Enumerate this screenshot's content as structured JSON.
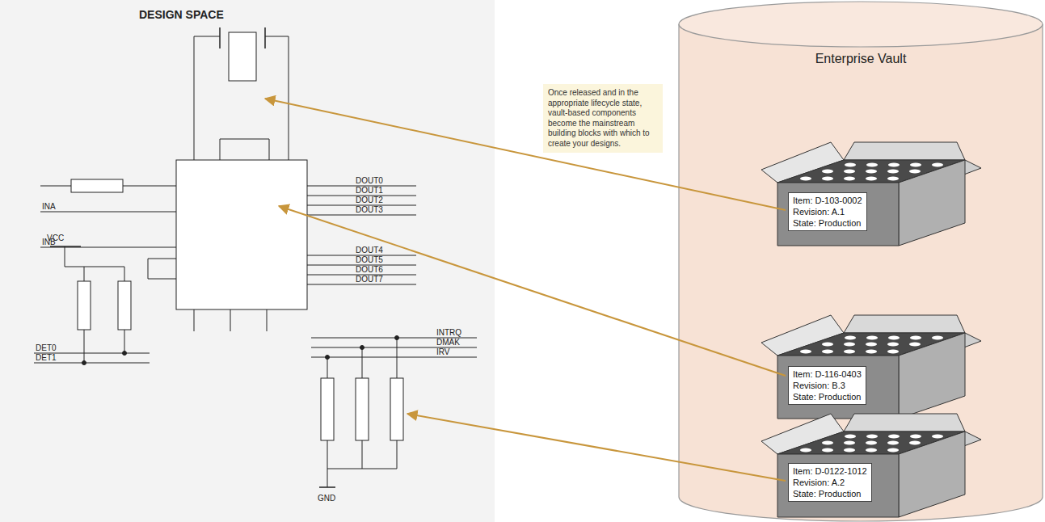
{
  "diagram": {
    "nodes": [
      {
        "text": [
          "DESIGN SPACE"
        ]
      },
      {
        "text": [
          "Enterprise Vault"
        ]
      },
      {
        "text": [
          "Item: D-103-0002",
          "Revision: A.1",
          "State: Production"
        ],
        "in": 1
      },
      {
        "text": [
          "Item: D-116-0403",
          "Revision: B.3",
          "State: Production"
        ],
        "in": 1
      },
      {
        "text": [
          "Item: D-0122-1012",
          "Revision: A.2",
          "State: Production"
        ],
        "in": 1
      },
      {
        "text": [
          "Once released and in the appropriate lifecycle state, vault-based components become the mainstream building blocks with which to create your designs."
        ]
      }
    ],
    "labels": [
      "DOUT0",
      "DOUT1",
      "DOUT2",
      "DOUT3",
      "INA",
      "INB",
      "DOUT4",
      "DOUT5",
      "DOUT6",
      "DOUT7",
      "VCC",
      "INTRQ",
      "DMAK",
      "IRV",
      "DET0",
      "DET1",
      "GND"
    ]
  }
}
